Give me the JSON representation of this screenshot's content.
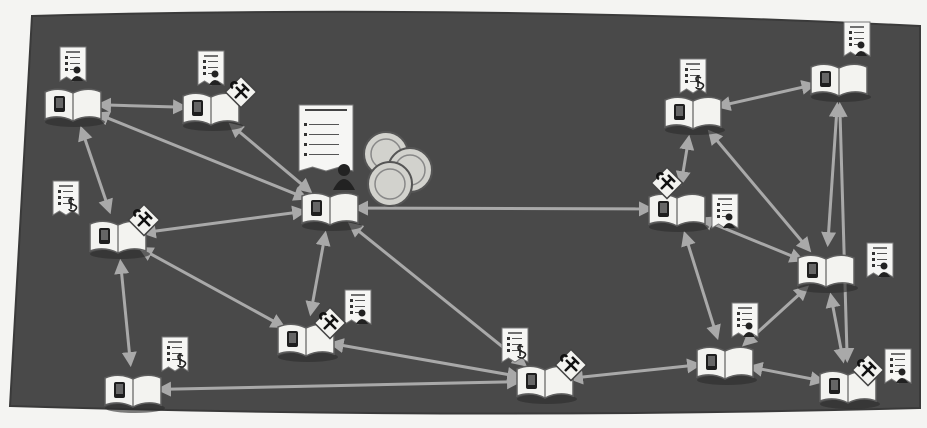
{
  "diagram": {
    "colors": {
      "board": "#494949",
      "board_edge": "#3a3a3a",
      "edge": "#a9a9a9",
      "book": "#f3f3f0",
      "book_line": "#5e5e5e",
      "receipt": "#f6f6f4",
      "coin": "#d2d2cd"
    },
    "nodes": [
      {
        "id": "n1",
        "badge": null,
        "receipt": "person"
      },
      {
        "id": "n2",
        "badge": "hammer-wrench",
        "receipt": "person"
      },
      {
        "id": "n3",
        "badge": "hammer-wrench",
        "receipt": "dollar"
      },
      {
        "id": "n4",
        "badge": "hammer-wrench",
        "receipt": "person"
      },
      {
        "id": "n5",
        "badge": null,
        "receipt": "dollar"
      },
      {
        "id": "n6",
        "badge": "hammer-wrench",
        "receipt": "dollar"
      },
      {
        "id": "hub",
        "badge": "person",
        "receipt": "large-list",
        "coins": 3
      },
      {
        "id": "n8",
        "badge": "hammer-wrench",
        "receipt": "person"
      },
      {
        "id": "n9",
        "badge": null,
        "receipt": "dollar"
      },
      {
        "id": "n10",
        "badge": null,
        "receipt": "person"
      },
      {
        "id": "n11",
        "badge": null,
        "receipt": "person"
      },
      {
        "id": "n12",
        "badge": null,
        "receipt": "person"
      },
      {
        "id": "n13",
        "badge": "hammer-wrench",
        "receipt": "person"
      }
    ],
    "edges": [
      [
        "n1",
        "n2"
      ],
      [
        "n1",
        "n3"
      ],
      [
        "n1",
        "hub"
      ],
      [
        "n2",
        "hub"
      ],
      [
        "n3",
        "hub"
      ],
      [
        "n3",
        "n4"
      ],
      [
        "n3",
        "n5"
      ],
      [
        "n4",
        "hub"
      ],
      [
        "n4",
        "n6"
      ],
      [
        "n5",
        "n6"
      ],
      [
        "n6",
        "hub"
      ],
      [
        "hub",
        "n8"
      ],
      [
        "n6",
        "n10"
      ],
      [
        "n8",
        "n10"
      ],
      [
        "n8",
        "n9"
      ],
      [
        "n8",
        "n11"
      ],
      [
        "n10",
        "n11"
      ],
      [
        "n9",
        "n12"
      ],
      [
        "n9",
        "n11"
      ],
      [
        "n12",
        "n11"
      ],
      [
        "n12",
        "n13"
      ],
      [
        "n11",
        "n13"
      ],
      [
        "n10",
        "n13"
      ]
    ]
  }
}
